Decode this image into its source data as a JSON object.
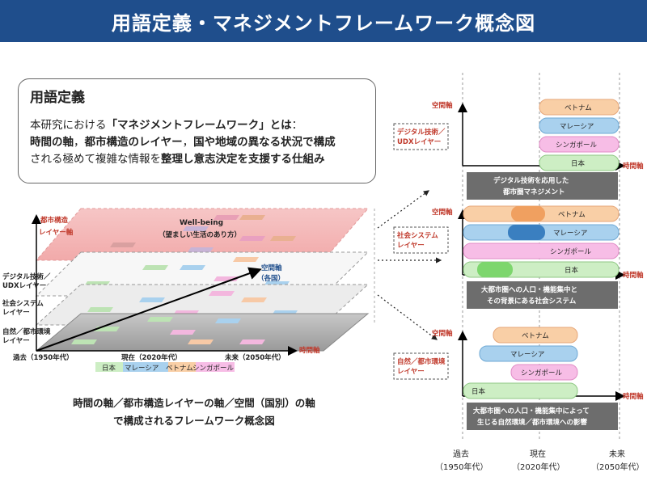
{
  "title": "用語定義・マネジメントフレームワーク概念図",
  "definition": {
    "heading": "用語定義",
    "line1_pre": "本研究における",
    "line1_term": "「マネジメントフレームワーク」とは",
    "line1_post": "：",
    "line2_a": "時間の軸",
    "line2_b": "，",
    "line2_c": "都市構造のレイヤー",
    "line2_d": "，",
    "line2_e": "国や地域の異なる状況で構成",
    "line3_a": "される極めて複雑な情報を",
    "line3_b": "整理し意志決定を支援する仕組み"
  },
  "left_diagram": {
    "y_axis_label_1": "都市構造",
    "y_axis_label_2": "レイヤー軸",
    "layer_digital_1": "デジタル技術／",
    "layer_digital_2": "UDXレイヤー",
    "layer_social_1": "社会システム",
    "layer_social_2": "レイヤー",
    "layer_nature_1": "自然／都市環境",
    "layer_nature_2": "レイヤー",
    "wellbeing_1": "Well-being",
    "wellbeing_2": "（望ましい生活のあり方）",
    "space_axis_1": "空間軸",
    "space_axis_2": "（各国）",
    "time_axis": "時間軸",
    "t_past": "過去（1950年代）",
    "t_now": "現在（2020年代）",
    "t_future": "未来（2050年代）",
    "legend": [
      "日本",
      "マレーシア",
      "ベトナム",
      "シンガポール"
    ]
  },
  "caption": {
    "line1": "時間の軸／都市構造レイヤーの軸／空間（国別）の軸",
    "line2": "で構成されるフレームワーク概念図"
  },
  "right_diagram": {
    "space_axis": "空間軸",
    "time_axis": "時間軸",
    "countries": [
      "ベトナム",
      "マレーシア",
      "シンガポール",
      "日本"
    ],
    "panel1_tag_1": "デジタル技術／",
    "panel1_tag_2": "UDXレイヤー",
    "panel1_desc_1": "デジタル技術を応用した",
    "panel1_desc_2": "都市圏マネジメント",
    "panel2_tag_1": "社会システム",
    "panel2_tag_2": "レイヤー",
    "panel2_desc_1": "大都市圏への人口・機能集中と",
    "panel2_desc_2": "その背景にある社会システム",
    "panel3_tag_1": "自然／都市環境",
    "panel3_tag_2": "レイヤー",
    "panel3_desc_1": "大都市圏への人口・機能集中によって",
    "panel3_desc_2": "生じる自然環境／都市環境への影響",
    "t_past_1": "過去",
    "t_past_2": "（1950年代）",
    "t_now_1": "現在",
    "t_now_2": "（2020年代）",
    "t_future_1": "未来",
    "t_future_2": "（2050年代）"
  },
  "colors": {
    "header": "#1f4e8c",
    "vietnam": "#f9cfa6",
    "malaysia": "#a9d1ee",
    "singapore": "#f7bde6",
    "japan": "#cdeec4",
    "accent_red": "#c0392b"
  }
}
